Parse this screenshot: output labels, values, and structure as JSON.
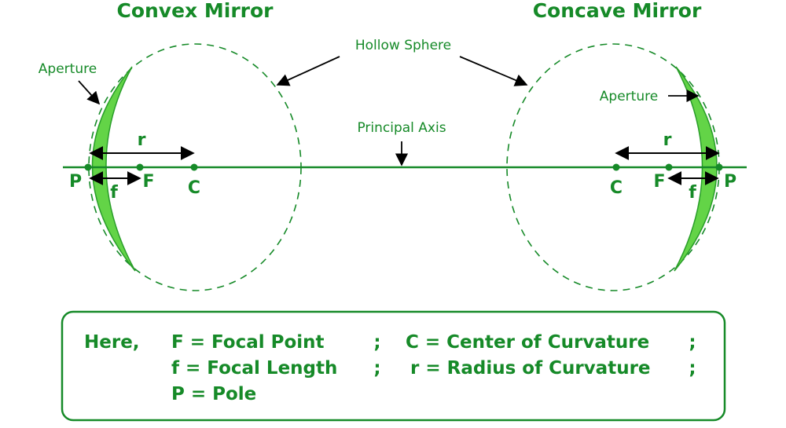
{
  "titles": {
    "convex": "Convex Mirror",
    "concave": "Concave Mirror"
  },
  "labels": {
    "hollow_sphere": "Hollow Sphere",
    "principal_axis": "Principal Axis",
    "aperture": "Aperture"
  },
  "points": {
    "pole": "P",
    "focus": "F",
    "center": "C",
    "radius": "r",
    "focal": "f"
  },
  "legend": {
    "intro": "Here,",
    "rows": [
      [
        "F = Focal Point",
        ";",
        "C = Center of Curvature",
        ";"
      ],
      [
        "f = Focal Length",
        ";",
        "r = Radius of Curvature",
        ";"
      ],
      [
        "P = Pole",
        "",
        "",
        ""
      ]
    ]
  },
  "colors": {
    "green": "#168a28",
    "mirror_fill": "#63d447",
    "mirror_edge": "#2a9e2a"
  }
}
